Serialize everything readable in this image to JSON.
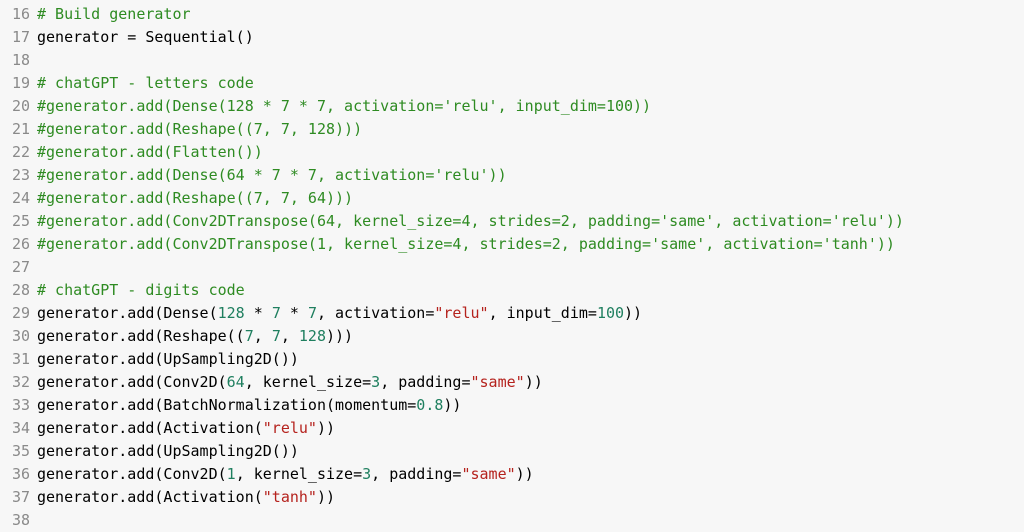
{
  "editor": {
    "lines": [
      {
        "n": "16",
        "tokens": [
          {
            "t": "cm",
            "v": "# Build generator"
          }
        ]
      },
      {
        "n": "17",
        "tokens": [
          {
            "t": "pl",
            "v": "generator = Sequential()"
          }
        ]
      },
      {
        "n": "18",
        "tokens": []
      },
      {
        "n": "19",
        "tokens": [
          {
            "t": "cm",
            "v": "# chatGPT - letters code"
          }
        ]
      },
      {
        "n": "20",
        "tokens": [
          {
            "t": "cm",
            "v": "#generator.add(Dense(128 * 7 * 7, activation='relu', input_dim=100))"
          }
        ]
      },
      {
        "n": "21",
        "tokens": [
          {
            "t": "cm",
            "v": "#generator.add(Reshape((7, 7, 128)))"
          }
        ]
      },
      {
        "n": "22",
        "tokens": [
          {
            "t": "cm",
            "v": "#generator.add(Flatten())"
          }
        ]
      },
      {
        "n": "23",
        "tokens": [
          {
            "t": "cm",
            "v": "#generator.add(Dense(64 * 7 * 7, activation='relu'))"
          }
        ]
      },
      {
        "n": "24",
        "tokens": [
          {
            "t": "cm",
            "v": "#generator.add(Reshape((7, 7, 64)))"
          }
        ]
      },
      {
        "n": "25",
        "tokens": [
          {
            "t": "cm",
            "v": "#generator.add(Conv2DTranspose(64, kernel_size=4, strides=2, padding='same', activation='relu'))"
          }
        ]
      },
      {
        "n": "26",
        "tokens": [
          {
            "t": "cm",
            "v": "#generator.add(Conv2DTranspose(1, kernel_size=4, strides=2, padding='same', activation='tanh'))"
          }
        ]
      },
      {
        "n": "27",
        "tokens": []
      },
      {
        "n": "28",
        "tokens": [
          {
            "t": "cm",
            "v": "# chatGPT - digits code"
          }
        ]
      },
      {
        "n": "29",
        "tokens": [
          {
            "t": "pl",
            "v": "generator.add(Dense("
          },
          {
            "t": "num",
            "v": "128"
          },
          {
            "t": "pl",
            "v": " * "
          },
          {
            "t": "num",
            "v": "7"
          },
          {
            "t": "pl",
            "v": " * "
          },
          {
            "t": "num",
            "v": "7"
          },
          {
            "t": "pl",
            "v": ", activation="
          },
          {
            "t": "str",
            "v": "\"relu\""
          },
          {
            "t": "pl",
            "v": ", input_dim="
          },
          {
            "t": "num",
            "v": "100"
          },
          {
            "t": "pl",
            "v": "))"
          }
        ]
      },
      {
        "n": "30",
        "tokens": [
          {
            "t": "pl",
            "v": "generator.add(Reshape(("
          },
          {
            "t": "num",
            "v": "7"
          },
          {
            "t": "pl",
            "v": ", "
          },
          {
            "t": "num",
            "v": "7"
          },
          {
            "t": "pl",
            "v": ", "
          },
          {
            "t": "num",
            "v": "128"
          },
          {
            "t": "pl",
            "v": ")))"
          }
        ]
      },
      {
        "n": "31",
        "tokens": [
          {
            "t": "pl",
            "v": "generator.add(UpSampling2D())"
          }
        ]
      },
      {
        "n": "32",
        "tokens": [
          {
            "t": "pl",
            "v": "generator.add(Conv2D("
          },
          {
            "t": "num",
            "v": "64"
          },
          {
            "t": "pl",
            "v": ", kernel_size="
          },
          {
            "t": "num",
            "v": "3"
          },
          {
            "t": "pl",
            "v": ", padding="
          },
          {
            "t": "str",
            "v": "\"same\""
          },
          {
            "t": "pl",
            "v": "))"
          }
        ]
      },
      {
        "n": "33",
        "tokens": [
          {
            "t": "pl",
            "v": "generator.add(BatchNormalization(momentum="
          },
          {
            "t": "num",
            "v": "0.8"
          },
          {
            "t": "pl",
            "v": "))"
          }
        ]
      },
      {
        "n": "34",
        "tokens": [
          {
            "t": "pl",
            "v": "generator.add(Activation("
          },
          {
            "t": "str",
            "v": "\"relu\""
          },
          {
            "t": "pl",
            "v": "))"
          }
        ]
      },
      {
        "n": "35",
        "tokens": [
          {
            "t": "pl",
            "v": "generator.add(UpSampling2D())"
          }
        ]
      },
      {
        "n": "36",
        "tokens": [
          {
            "t": "pl",
            "v": "generator.add(Conv2D("
          },
          {
            "t": "num",
            "v": "1"
          },
          {
            "t": "pl",
            "v": ", kernel_size="
          },
          {
            "t": "num",
            "v": "3"
          },
          {
            "t": "pl",
            "v": ", padding="
          },
          {
            "t": "str",
            "v": "\"same\""
          },
          {
            "t": "pl",
            "v": "))"
          }
        ]
      },
      {
        "n": "37",
        "tokens": [
          {
            "t": "pl",
            "v": "generator.add(Activation("
          },
          {
            "t": "str",
            "v": "\"tanh\""
          },
          {
            "t": "pl",
            "v": "))"
          }
        ]
      },
      {
        "n": "38",
        "tokens": []
      }
    ]
  },
  "colors": {
    "background": "#f7f7f7",
    "comment": "#2e8b22",
    "string": "#b5221d",
    "number": "#1f7f5f",
    "line_number": "#8a8a8a",
    "text": "#000000"
  }
}
